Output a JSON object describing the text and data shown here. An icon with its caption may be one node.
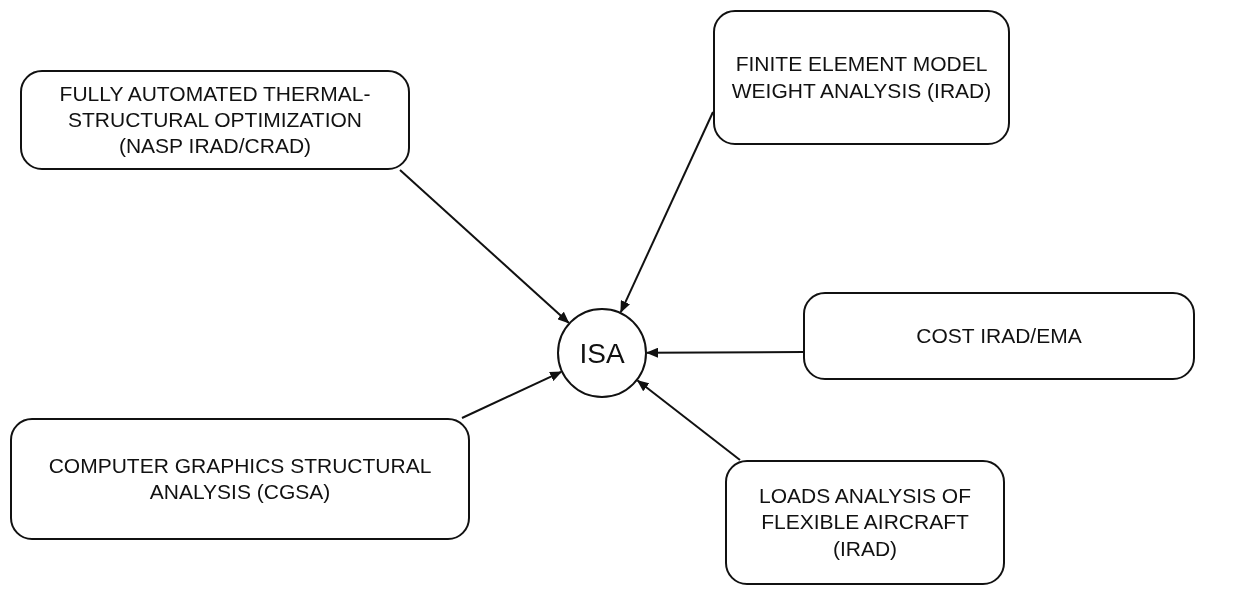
{
  "diagram": {
    "nodes": [
      {
        "text": [
          "FINITE ELEMENT MODEL WEIGHT ANALYSIS (IRAD)"
        ]
      },
      {
        "text": [
          "FULLY AUTOMATED THERMAL- STRUCTURAL OPTIMIZATION (NASP IRAD/CRAD)"
        ]
      },
      {
        "text": [
          "ISA"
        ]
      },
      {
        "text": [
          "COST IRAD/EMA"
        ]
      },
      {
        "text": [
          "COMPUTER GRAPHICS STRUCTURAL ANALYSIS (CGSA)"
        ]
      },
      {
        "text": [
          "LOADS ANALYSIS OF FLEXIBLE AIRCRAFT (IRAD)"
        ]
      }
    ],
    "edges": [
      {
        "from": 0,
        "to": 2,
        "arrow": "to"
      },
      {
        "from": 1,
        "to": 2,
        "arrow": "to"
      },
      {
        "from": 3,
        "to": 2,
        "arrow": "to"
      },
      {
        "from": 4,
        "to": 2,
        "arrow": "to"
      },
      {
        "from": 5,
        "to": 2,
        "arrow": "to"
      }
    ]
  }
}
